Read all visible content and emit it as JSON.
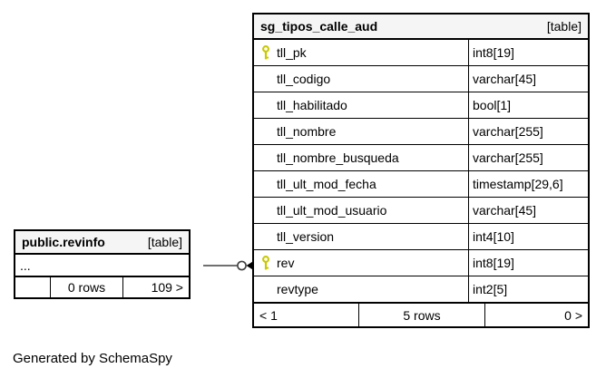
{
  "diagram": {
    "credit": "Generated by SchemaSpy"
  },
  "colors": {
    "key_icon": "#c9c900",
    "header_bg": "#f5f5f5",
    "border": "#000000",
    "edge_line": "#404040"
  },
  "tables": {
    "main": {
      "name": "sg_tipos_calle_aud",
      "badge": "[table]",
      "columns": [
        {
          "name": "tll_pk",
          "type": "int8[19]",
          "primary_key": true
        },
        {
          "name": "tll_codigo",
          "type": "varchar[45]",
          "primary_key": false
        },
        {
          "name": "tll_habilitado",
          "type": "bool[1]",
          "primary_key": false
        },
        {
          "name": "tll_nombre",
          "type": "varchar[255]",
          "primary_key": false
        },
        {
          "name": "tll_nombre_busqueda",
          "type": "varchar[255]",
          "primary_key": false
        },
        {
          "name": "tll_ult_mod_fecha",
          "type": "timestamp[29,6]",
          "primary_key": false
        },
        {
          "name": "tll_ult_mod_usuario",
          "type": "varchar[45]",
          "primary_key": false
        },
        {
          "name": "tll_version",
          "type": "int4[10]",
          "primary_key": false
        },
        {
          "name": "rev",
          "type": "int8[19]",
          "primary_key": true
        },
        {
          "name": "revtype",
          "type": "int2[5]",
          "primary_key": false
        }
      ],
      "pager": {
        "left": "< 1",
        "center": "5 rows",
        "right": "0 >"
      }
    },
    "related": {
      "name": "public.revinfo",
      "badge": "[table]",
      "collapsed_row": "...",
      "pager": {
        "left": "",
        "center": "0 rows",
        "right": "109 >"
      }
    }
  }
}
